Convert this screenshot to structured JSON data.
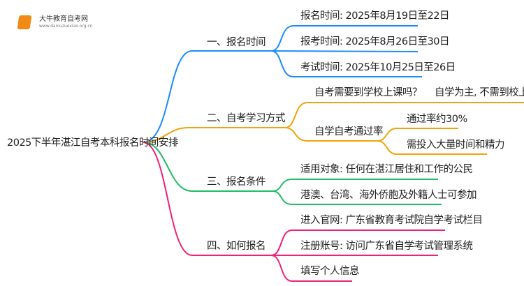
{
  "logo": {
    "name": "大牛教育自考网",
    "url": "www.daniuzuexiao.org.cn"
  },
  "root": "2025下半年湛江自考本科报名时间安排",
  "colors": {
    "b1": "#1a8cff",
    "b2": "#f0a30a",
    "b3": "#22bb66",
    "b4": "#ee2277"
  },
  "branches": [
    {
      "label": "一、报名时间",
      "children": [
        "报名时间: 2025年8月19日至22日",
        "报考时间: 2025年8月26日至30日",
        "考试时间: 2025年10月25日至26日"
      ]
    },
    {
      "label": "二、自考学习方式",
      "children": [
        {
          "label": "自考需要到学校上课吗？",
          "answer": "自学为主, 不需到校上课"
        },
        {
          "label": "自学自考通过率",
          "children": [
            "通过率约30%",
            "需投入大量时间和精力"
          ]
        }
      ]
    },
    {
      "label": "三、报名条件",
      "children": [
        "适用对象: 任何在湛江居住和工作的公民",
        "港澳、台湾、海外侨胞及外籍人士可参加"
      ]
    },
    {
      "label": "四、如何报名",
      "children": [
        "进入官网: 广东省教育考试院自学考试栏目",
        "注册账号: 访问广东省自学考试管理系统",
        "填写个人信息"
      ]
    }
  ]
}
